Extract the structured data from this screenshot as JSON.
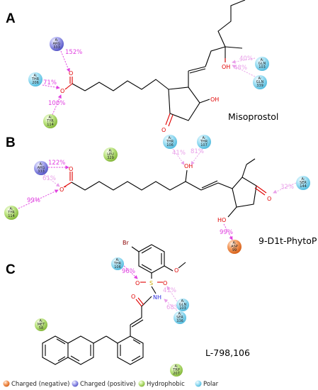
{
  "colors": {
    "charged_negative": "#ef7d31",
    "charged_positive": "#6f6fd8",
    "hydrophobic": "#9fd04f",
    "polar": "#7fd4ee",
    "hbond_strong": "#e040e0",
    "hbond_weak": "#e9a0e9",
    "oxygen": "#e00000",
    "nitrogen": "#3030e0",
    "sulfur": "#c8a800"
  },
  "panels": [
    {
      "letter": "A",
      "compound": "Misoprostol",
      "residues": [
        {
          "kind": "positive",
          "chain": "A:",
          "name": "ARG",
          "num": "333"
        },
        {
          "kind": "polar",
          "chain": "A:",
          "name": "THR",
          "num": "206"
        },
        {
          "kind": "hydrophobic",
          "chain": "A:",
          "name": "TYR",
          "num": "114"
        },
        {
          "kind": "polar",
          "chain": "A:",
          "name": "GLN",
          "num": "103"
        },
        {
          "kind": "polar",
          "chain": "A:",
          "name": "GLN",
          "num": "339"
        }
      ],
      "hbonds": [
        {
          "label": "152%",
          "strength": "strong"
        },
        {
          "label": "71%",
          "strength": "strong"
        },
        {
          "label": "100%",
          "strength": "strong"
        },
        {
          "label": "40%",
          "strength": "weak"
        },
        {
          "label": "48%",
          "strength": "weak"
        }
      ]
    },
    {
      "letter": "B",
      "compound": "9-D1t-PhytoP",
      "residues": [
        {
          "kind": "positive",
          "chain": "A:",
          "name": "ARG",
          "num": "333"
        },
        {
          "kind": "hydrophobic",
          "chain": "A:",
          "name": "LEU",
          "num": "329"
        },
        {
          "kind": "polar",
          "chain": "A:",
          "name": "THR",
          "num": "106"
        },
        {
          "kind": "polar",
          "chain": "A:",
          "name": "THR",
          "num": "107"
        },
        {
          "kind": "hydrophobic",
          "chain": "A:",
          "name": "TYR",
          "num": "114"
        },
        {
          "kind": "polar",
          "chain": "A:",
          "name": "SER",
          "num": "144"
        },
        {
          "kind": "negative",
          "chain": "A:",
          "name": "ASP",
          "num": "99"
        }
      ],
      "hbonds": [
        {
          "label": "122%",
          "strength": "strong"
        },
        {
          "label": "61%",
          "strength": "weak"
        },
        {
          "label": "99%",
          "strength": "strong"
        },
        {
          "label": "41%",
          "strength": "weak"
        },
        {
          "label": "81%",
          "strength": "weak"
        },
        {
          "label": "32%",
          "strength": "weak"
        },
        {
          "label": "99%",
          "strength": "strong"
        }
      ]
    },
    {
      "letter": "C",
      "compound": "L-798,106",
      "residues": [
        {
          "kind": "polar",
          "chain": "A:",
          "name": "THR",
          "num": "106"
        },
        {
          "kind": "polar",
          "chain": "A:",
          "name": "GLN",
          "num": "103"
        },
        {
          "kind": "polar",
          "chain": "A:",
          "name": "SER",
          "num": "336"
        },
        {
          "kind": "hydrophobic",
          "chain": "A:",
          "name": "MET",
          "num": "58"
        },
        {
          "kind": "hydrophobic",
          "chain": "A:",
          "name": "TRP",
          "num": "207"
        }
      ],
      "hbonds": [
        {
          "label": "96%",
          "strength": "strong"
        },
        {
          "label": "41%",
          "strength": "weak"
        },
        {
          "label": "68%",
          "strength": "weak"
        }
      ]
    }
  ],
  "atoms": {
    "O": "O",
    "O_minus": "O",
    "minus": "-",
    "OH": "OH",
    "HO": "HO",
    "S": "S",
    "NH": "NH",
    "Br": "Br"
  },
  "legend": [
    {
      "kind": "negative",
      "label": "Charged (negative)"
    },
    {
      "kind": "positive",
      "label": "Charged (positive)"
    },
    {
      "kind": "hydrophobic",
      "label": "Hydrophobic"
    },
    {
      "kind": "polar",
      "label": "Polar"
    }
  ]
}
